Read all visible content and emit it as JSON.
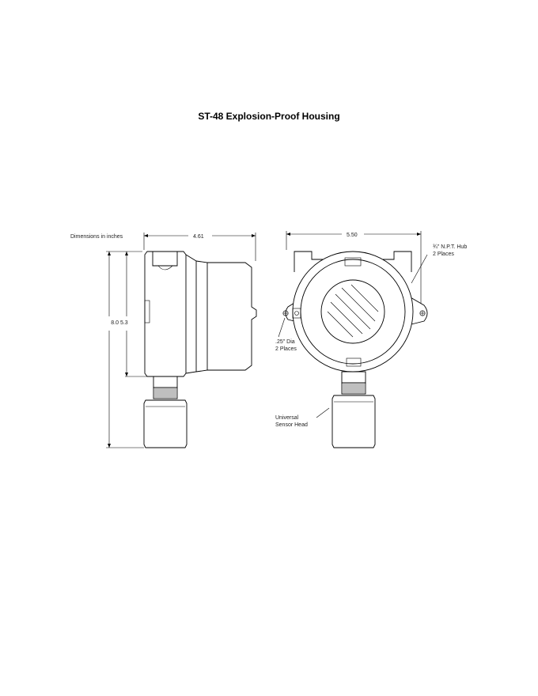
{
  "title": "ST-48 Explosion-Proof Housing",
  "labels": {
    "dimensions_note": "Dimensions in inches",
    "side_width": "4.61",
    "front_width": "5.50",
    "side_height": "8.0 5.3",
    "hub_line1": "¾\" N.P.T. Hub",
    "hub_line2": "2 Places",
    "hole_line1": ".25\" Dia",
    "hole_line2": "2 Places",
    "sensor_line1": "Universal",
    "sensor_line2": "Sensor Head"
  }
}
